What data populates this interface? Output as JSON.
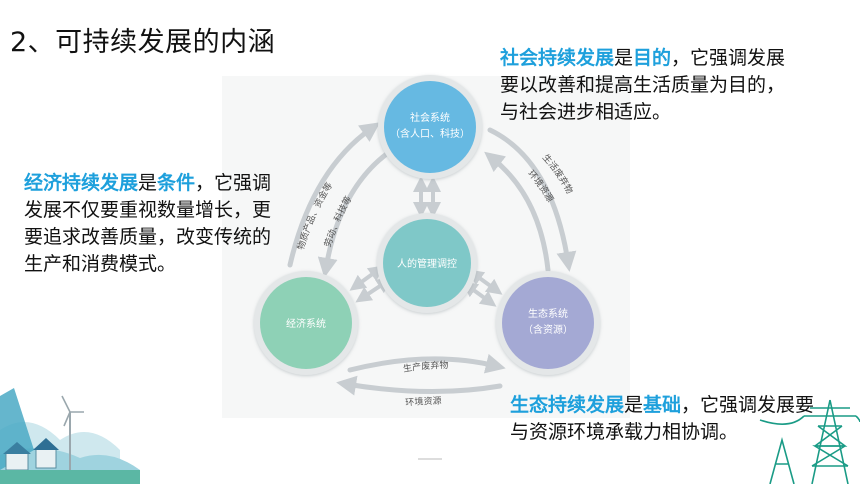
{
  "slide": {
    "title": "2、可持续发展的内涵"
  },
  "texts": {
    "left": {
      "h1": "经济持续发展",
      "t1": "是",
      "h2": "条件",
      "t2": "，它强调发展不仅要重视数量增长，更要追求改善质量，改变传统的生产和消费模式。"
    },
    "top": {
      "h1": "社会持续发展",
      "t1": "是",
      "h2": "目的",
      "t2": "，它强调发展要以改善和提高生活质量为目的，与社会进步相适应。"
    },
    "bottom": {
      "h1": "生态持续发展",
      "t1": "是",
      "h2": "基础",
      "t2": "，它强调发展要与资源环境承载力相协调。"
    }
  },
  "diagram": {
    "nodes": {
      "social": {
        "line1": "社会系统",
        "line2": "（含人口、科技）"
      },
      "center": {
        "line1": "人的管理调控"
      },
      "economic": {
        "line1": "经济系统"
      },
      "ecological": {
        "line1": "生态系统",
        "line2": "（含资源）"
      }
    },
    "edge_labels": {
      "econ_to_social_outer": "物质产品、资金等",
      "social_to_econ_inner": "劳动、科技等",
      "social_to_eco_outer": "生活废弃物",
      "eco_to_social_inner": "环境资源",
      "econ_to_eco": "生产废弃物",
      "eco_to_econ": "环境资源"
    }
  },
  "colors": {
    "highlight": "#1ea0dc",
    "social": "#66b9e2",
    "center": "#7fc8c8",
    "economic": "#8ed1b6",
    "ecological": "#a4a9d4",
    "arrow": "#c8cdd1"
  },
  "decor": {
    "landscape_icon": "wind-turbine-houses-icon",
    "tower_icon": "power-tower-icon"
  }
}
